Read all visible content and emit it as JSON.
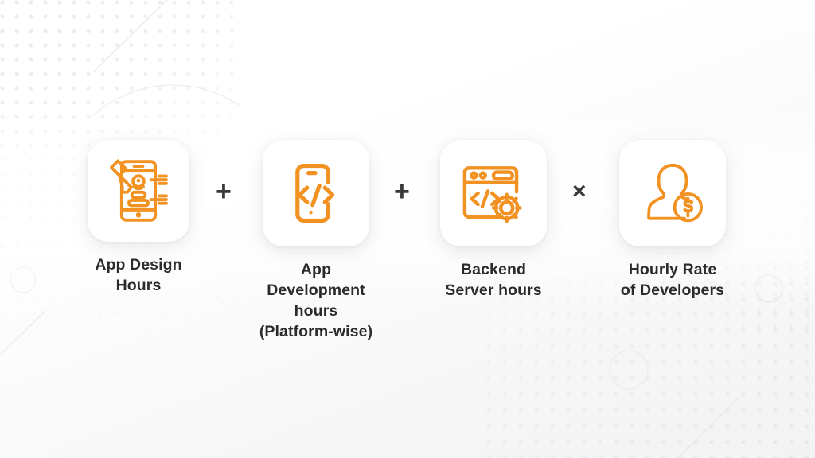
{
  "theme": {
    "accent": "#F29222",
    "text": "#2b2b2e",
    "operator": "#3a3a3d",
    "card_background": "#ffffff",
    "page_background": "#ffffff"
  },
  "formula": {
    "items": [
      {
        "icon": "mobile-design-pen-icon",
        "label": "App Design\nHours"
      },
      {
        "icon": "mobile-code-icon",
        "label": "App\nDevelopment\nhours\n(Platform-wise)"
      },
      {
        "icon": "browser-code-gear-icon",
        "label": "Backend\nServer hours"
      },
      {
        "icon": "user-dollar-icon",
        "label": "Hourly Rate\nof Developers"
      }
    ],
    "operators": [
      "+",
      "+",
      "×"
    ]
  }
}
